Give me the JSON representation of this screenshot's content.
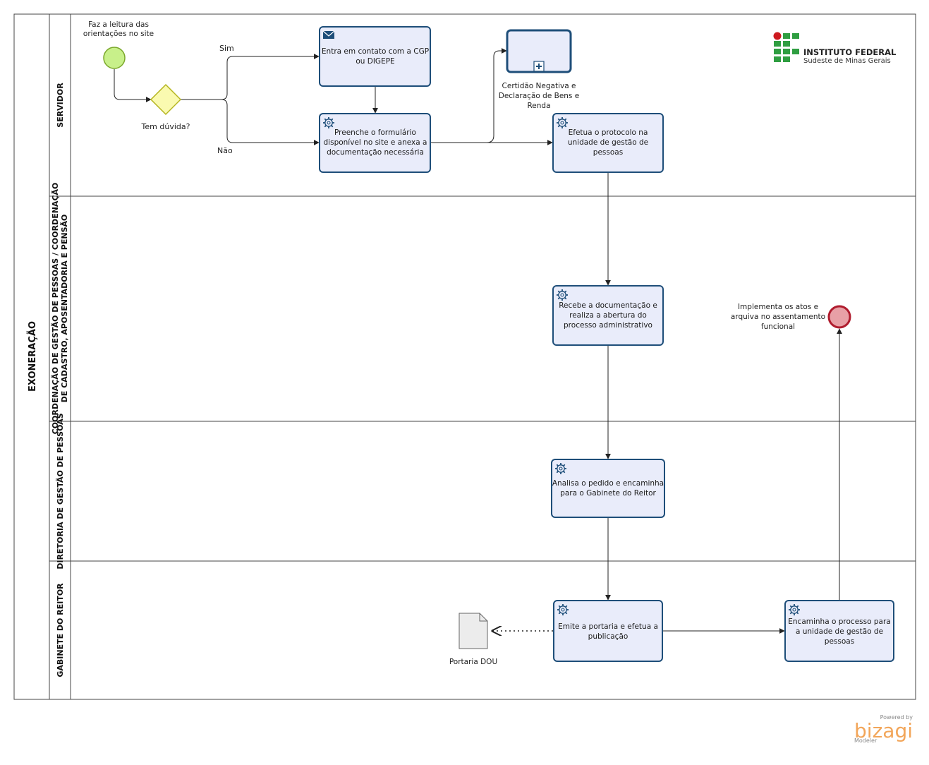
{
  "pool": {
    "name": "EXONERAÇÃO"
  },
  "lanes": [
    {
      "id": "servidor",
      "line1": "SERVIDOR",
      "line2": ""
    },
    {
      "id": "cgp",
      "line1": "COORDENAÇÃO DE GESTÃO DE PESSOAS / COORDENAÇÃO",
      "line2": "DE CADASTRO, APOSENTADORIA E PENSÃO"
    },
    {
      "id": "diretoria",
      "line1": "DIRETORIA DE GESTÃO DE PESSOAS",
      "line2": ""
    },
    {
      "id": "gabinete",
      "line1": "GABINETE DO REITOR",
      "line2": ""
    }
  ],
  "events": {
    "start": {
      "label_lines": [
        "Faz a leitura das",
        "orientações no site"
      ],
      "color": "#c8f08a",
      "stroke": "#7aa72a"
    },
    "end": {
      "label_lines": [
        "Implementa os atos e",
        "arquiva no assentamento",
        "funcional"
      ],
      "color": "#e8a0a6",
      "stroke": "#b01c2e"
    }
  },
  "gateway": {
    "label": "Tem dúvida?",
    "color": "#fafab0",
    "stroke": "#b5b520"
  },
  "flow_labels": {
    "yes": "Sim",
    "no": "Não"
  },
  "tasks": {
    "contato": {
      "type": "message",
      "lines": [
        "Entra em contato com a CGP",
        "ou DIGEPE"
      ]
    },
    "formulario": {
      "type": "service",
      "lines": [
        "Preenche o formulário",
        "disponível no site e anexa a",
        "documentação necessária"
      ]
    },
    "subprocesso": {
      "type": "subprocess",
      "lines": []
    },
    "protocolo": {
      "type": "service",
      "lines": [
        "Efetua o protocolo na",
        "unidade de gestão de",
        "pessoas"
      ]
    },
    "recebe": {
      "type": "service",
      "lines": [
        "Recebe a documentação e",
        "realiza a abertura do",
        "processo administrativo"
      ]
    },
    "analisa": {
      "type": "service",
      "lines": [
        "Analisa o pedido e encaminha",
        "para o Gabinete do Reitor"
      ]
    },
    "emite": {
      "type": "service",
      "lines": [
        "Emite a portaria e efetua a",
        "publicação"
      ]
    },
    "encaminha": {
      "type": "service",
      "lines": [
        "Encaminha o processo para",
        "a unidade de gestão de",
        "pessoas"
      ]
    }
  },
  "subprocess_label": [
    "Certidão Negativa e",
    "Declaração de Bens e",
    "Renda"
  ],
  "artifact": {
    "label": "Portaria DOU",
    "icon": "document-icon"
  },
  "logo": {
    "line1": "INSTITUTO FEDERAL",
    "line2": "Sudeste de Minas Gerais",
    "green": "#2f9e41",
    "red": "#cd191e"
  },
  "brand": {
    "powered": "Powered by",
    "name": "bizagi",
    "product": "Modeler",
    "color": "#f2a65a"
  },
  "colors": {
    "task_fill": "#e9ecfa",
    "task_stroke": "#1e4e79",
    "line": "#222222",
    "lane_stroke": "#444444"
  }
}
